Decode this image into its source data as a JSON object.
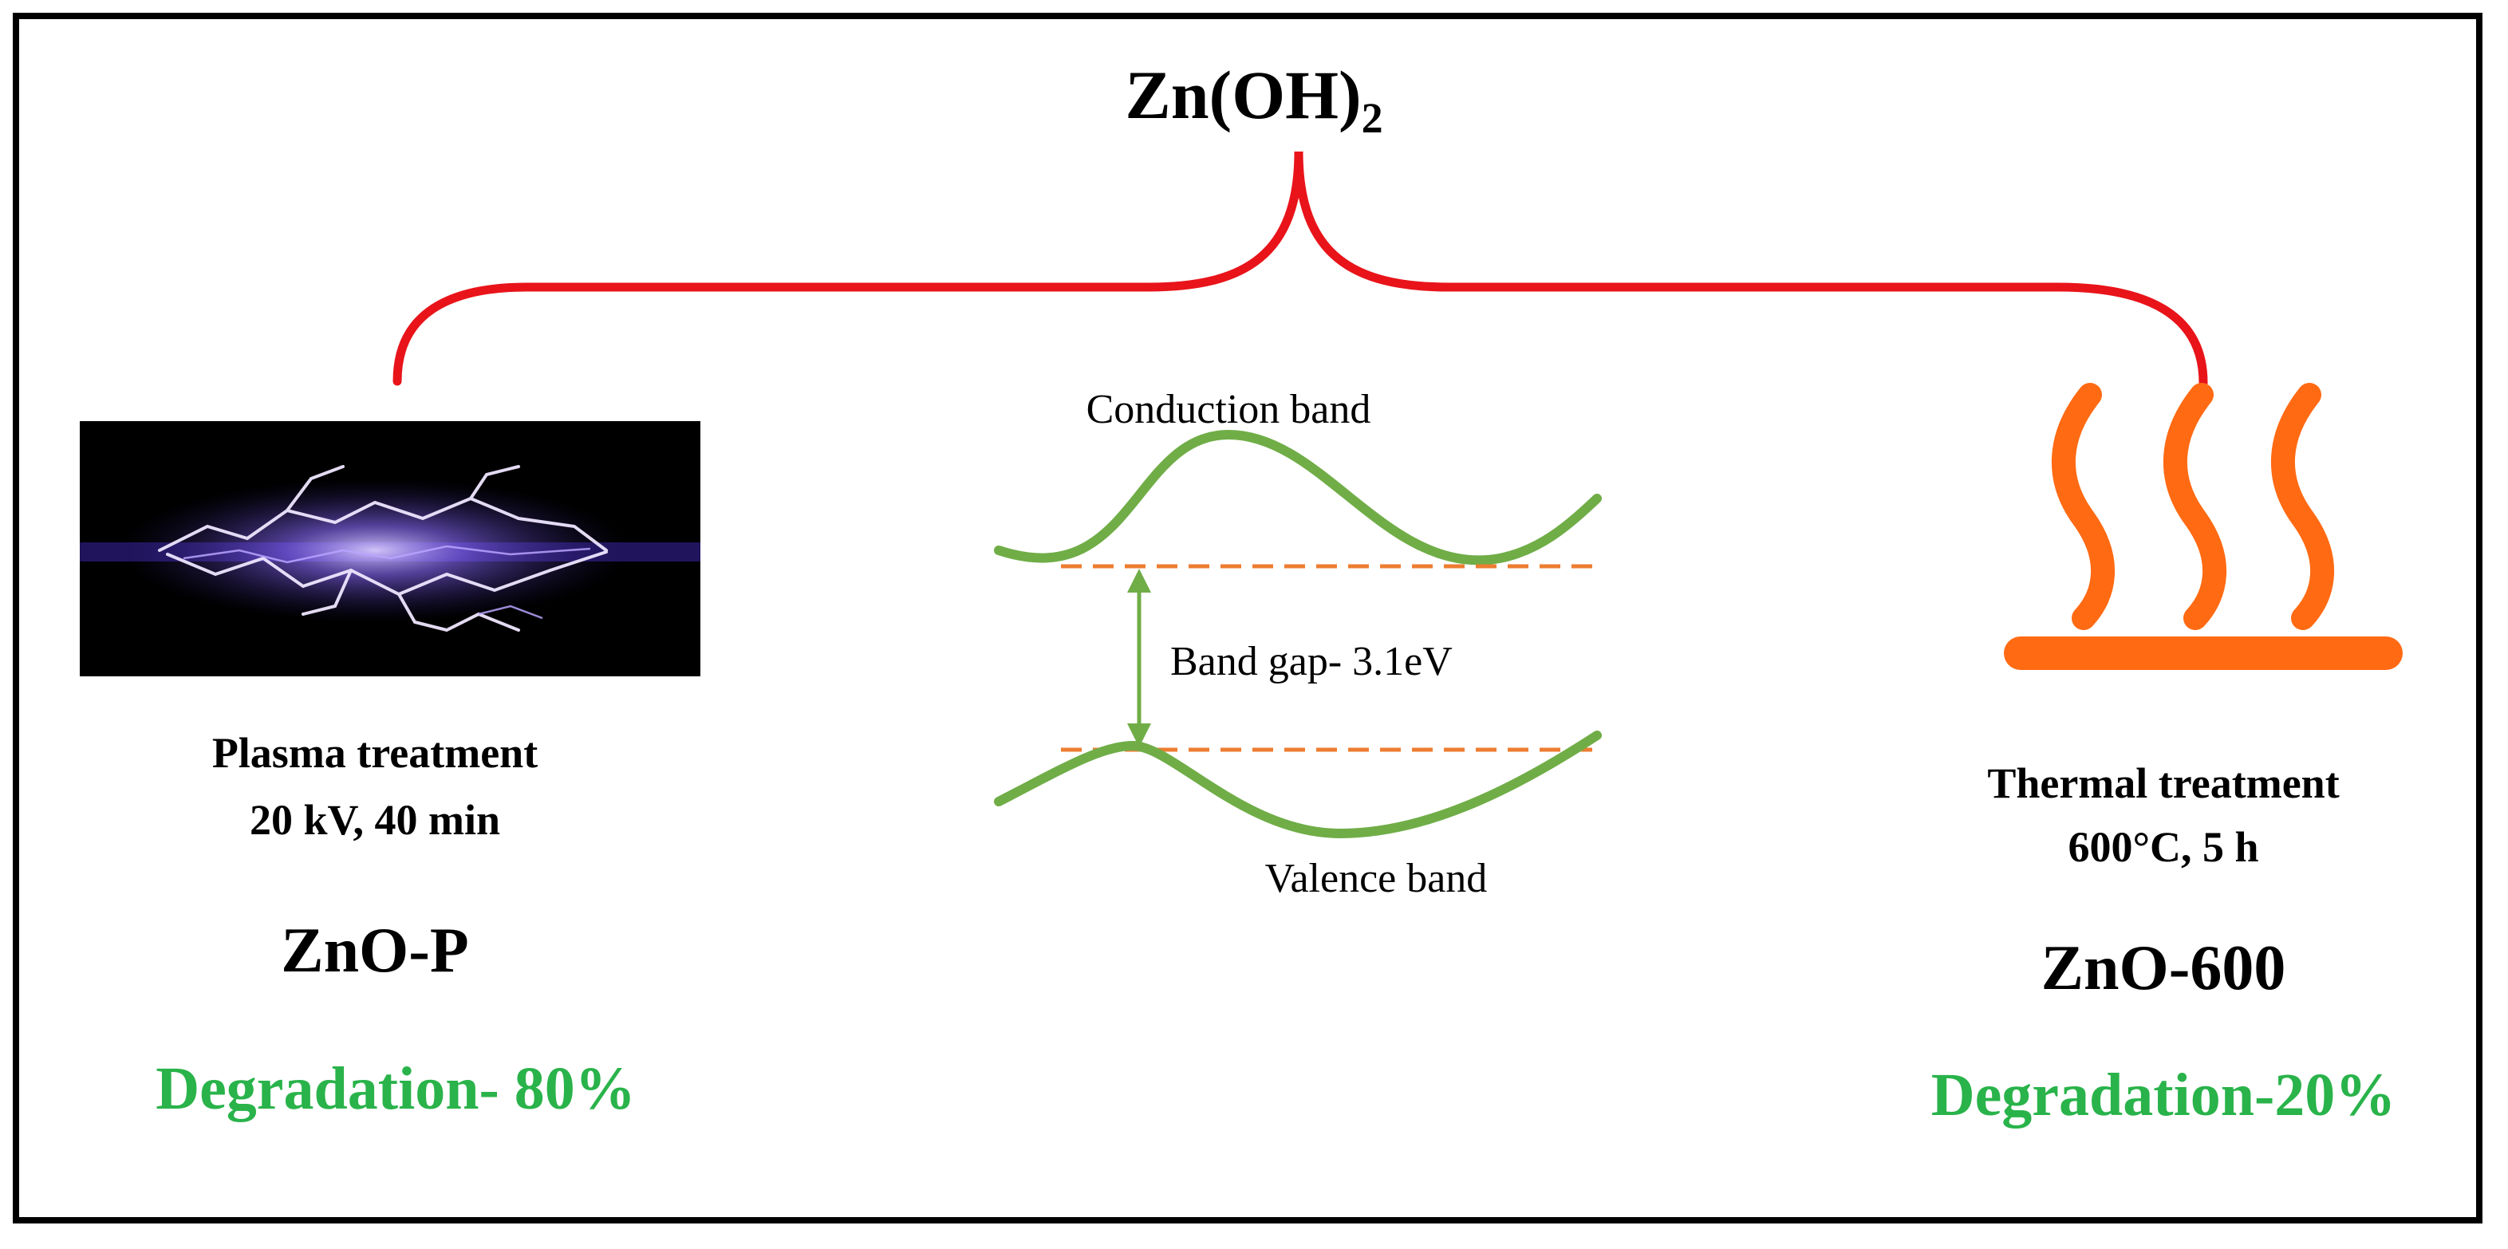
{
  "precursor": {
    "base": "Zn(OH)",
    "subscript": "2"
  },
  "left": {
    "treatment": "Plasma treatment",
    "conditions": "20 kV, 40 min",
    "sample": "ZnO-P",
    "degradation": "Degradation- 80%"
  },
  "center": {
    "conduction_band": "Conduction band",
    "band_gap": "Band gap- 3.1eV",
    "valence_band": "Valence band"
  },
  "right": {
    "treatment": "Thermal treatment",
    "conditions": "600°C, 5 h",
    "sample": "ZnO-600",
    "degradation": "Degradation-20%"
  },
  "icons": {
    "left": "plasma-lightning-icon",
    "right": "heat-icon"
  },
  "colors": {
    "bracket": "#e8141a",
    "band": "#70ad47",
    "dashed": "#ed7d31",
    "heat": "#ff6a13",
    "degradation_text": "#29b34a",
    "plasma_glow": "#8a6cff"
  }
}
